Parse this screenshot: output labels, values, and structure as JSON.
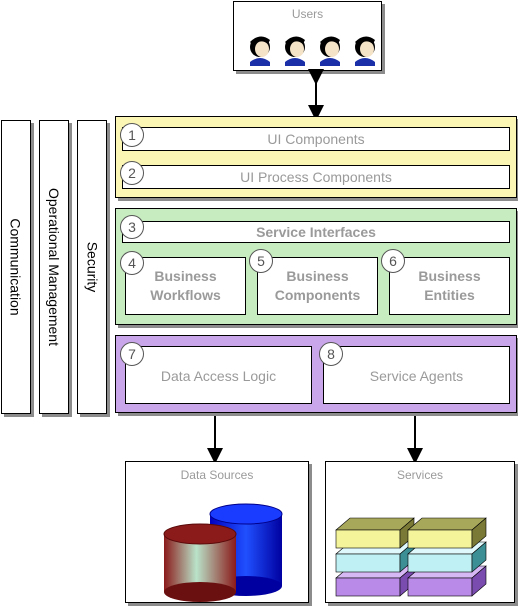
{
  "users": {
    "title": "Users",
    "count": 4
  },
  "side_columns": [
    {
      "name": "communication",
      "label": "Communication"
    },
    {
      "name": "operational-management",
      "label": "Operational Management"
    },
    {
      "name": "security",
      "label": "Security"
    }
  ],
  "layers": {
    "ui": {
      "color": "#fbf6b4",
      "components": [
        {
          "number": "1",
          "label": "UI Components"
        },
        {
          "number": "2",
          "label": "UI Process Components"
        }
      ]
    },
    "business": {
      "color": "#c7ecc0",
      "service_interfaces": {
        "number": "3",
        "label": "Service Interfaces"
      },
      "components": [
        {
          "number": "4",
          "label": "Business Workflows"
        },
        {
          "number": "5",
          "label": "Business Components"
        },
        {
          "number": "6",
          "label": "Business Entities"
        }
      ]
    },
    "data": {
      "color": "#c9a6ea",
      "components": [
        {
          "number": "7",
          "label": "Data Access Logic"
        },
        {
          "number": "8",
          "label": "Service Agents"
        }
      ]
    }
  },
  "data_sources": {
    "title": "Data Sources"
  },
  "services": {
    "title": "Services"
  },
  "colors": {
    "cylinder_red": "#8b1a1a",
    "cylinder_green": "#b9e3c9",
    "cylinder_blue": "#0a2fd6",
    "block_olive": "#a8a85a",
    "block_yellow": "#f4f49a",
    "block_cyan": "#bff0f4",
    "block_purple": "#b98ae8"
  }
}
